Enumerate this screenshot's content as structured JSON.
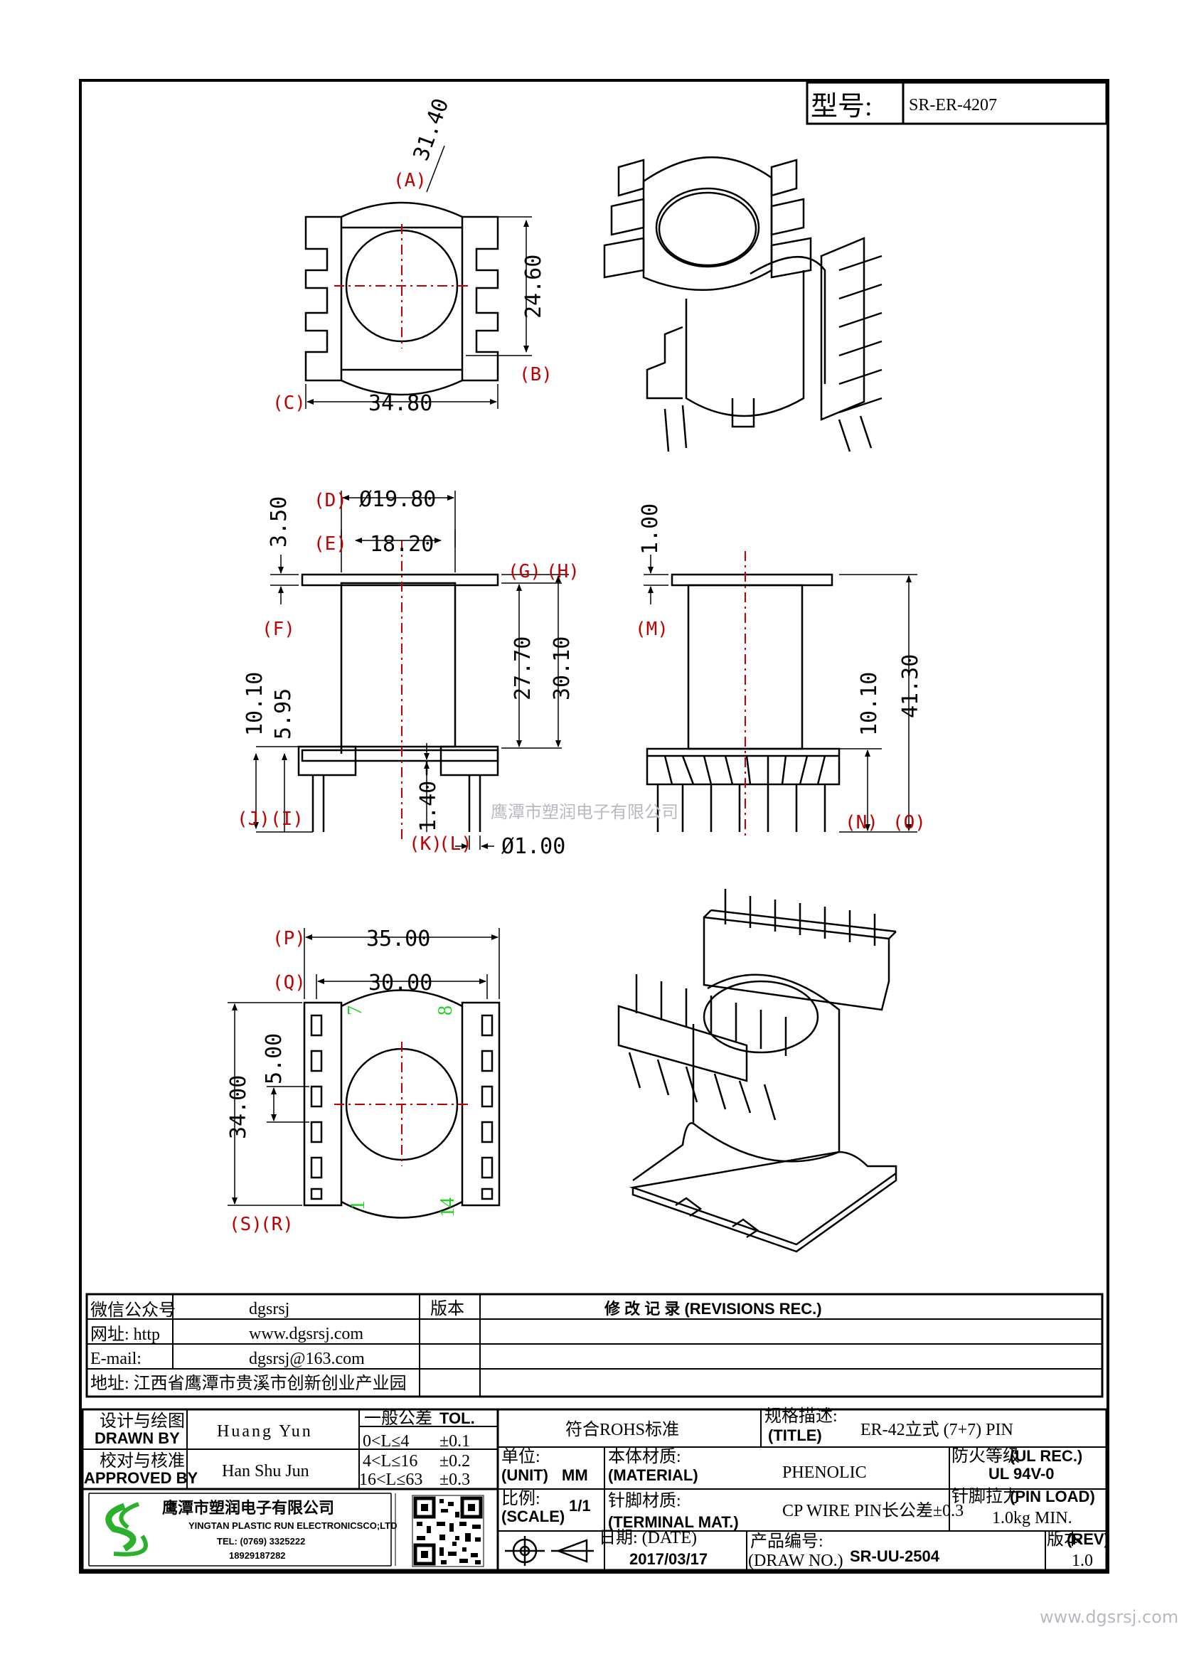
{
  "model": {
    "label": "型号:",
    "value": "SR-ER-4207"
  },
  "dims": {
    "d3140": "31.40",
    "d2460": "24.60",
    "d3480": "34.80",
    "phi1980": "Ø19.80",
    "d1820": "18.20",
    "d350": "3.50",
    "d2770": "27.70",
    "d3010": "30.10",
    "d1010a": "10.10",
    "d595": "5.95",
    "d140": "1.40",
    "phi100": "Ø1.00",
    "d100": "1.00",
    "d1010b": "10.10",
    "d4130": "41.30",
    "d3500": "35.00",
    "d3000": "30.00",
    "d500": "5.00",
    "d3400": "34.00"
  },
  "labels": {
    "A": "(A)",
    "B": "(B)",
    "C": "(C)",
    "D": "(D)",
    "E": "(E)",
    "F": "(F)",
    "G": "(G)",
    "H": "(H)",
    "I": "(I)",
    "J": "(J)",
    "K": "(K)",
    "L": "(L)",
    "M": "(M)",
    "N": "(N)",
    "O": "(O)",
    "P": "(P)",
    "Q": "(Q)",
    "R": "(R)",
    "S": "(S)"
  },
  "pin_numbers": {
    "p7": "7",
    "p8": "8",
    "p1": "1",
    "p14": "14"
  },
  "watermark_center": "鹰潭市塑润电子有限公司",
  "watermark_corner": "www.dgsrsj.com",
  "contact": {
    "wechat_label": "微信公众号",
    "wechat_value": "dgsrsj",
    "web_label": "网址: http",
    "web_value": "www.dgsrsj.com",
    "email_label": "E-mail:",
    "email_value": "dgsrsj@163.com",
    "address": "地址: 江西省鹰潭市贵溪市创新创业产业园"
  },
  "revisions": {
    "version_label": "版本",
    "title": "修 改 记 录 (REVISIONS REC.)"
  },
  "titleblock": {
    "drawn_cn": "设计与绘图",
    "drawn_en": "DRAWN BY",
    "drawn_value": "Huang Yun",
    "approved_cn": "校对与核准",
    "approved_en": "APPROVED BY",
    "approved_value": "Han Shu Jun",
    "tol_cn": "一般公差",
    "tol_en": "TOL.",
    "tol_rows": [
      {
        "range": "0<L≤4",
        "val": "±0.1"
      },
      {
        "range": "4<L≤16",
        "val": "±0.2"
      },
      {
        "range": "16<L≤63",
        "val": "±0.3"
      }
    ],
    "rohs": "符合ROHS标准",
    "spec_cn": "规格描述:",
    "spec_en": "(TITLE)",
    "spec_value": "ER-42立式 (7+7) PIN",
    "fire_cn": "防火等级",
    "fire_en": "(UL REC.)",
    "fire_value": "UL 94V-0",
    "unit_cn": "单位:",
    "unit_en": "(UNIT)",
    "unit_value": "MM",
    "material_cn": "本体材质:",
    "material_en": "(MATERIAL)",
    "material_value": "PHENOLIC",
    "scale_cn": "比例:",
    "scale_en": "(SCALE)",
    "scale_value": "1/1",
    "terminal_cn": "针脚材质:",
    "terminal_en": "(TERMINAL MAT.)",
    "terminal_value": "CP WIRE  PIN长公差±0.3",
    "pinload_cn": "针脚拉力",
    "pinload_en": "(PIN LOAD)",
    "pinload_value": "1.0kg MIN.",
    "date_cn": "日期: (DATE)",
    "date_value": "2017/03/17",
    "drawno_cn": "产品编号:",
    "drawno_en": "(DRAW NO.)",
    "drawno_value": "SR-UU-2504",
    "rev_cn": "版本",
    "rev_en": "(REV)",
    "rev_value": "1.0",
    "company_cn": "鹰潭市塑润电子有限公司",
    "company_en": "YINGTAN PLASTIC RUN ELECTRONICSCO;LTD",
    "tel": "TEL: (0769) 3325222",
    "mobile": "18929187282"
  }
}
